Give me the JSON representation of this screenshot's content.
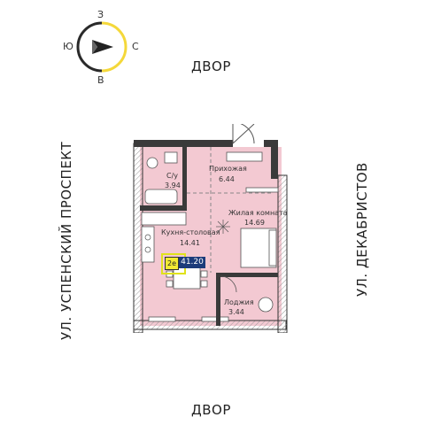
{
  "compass": {
    "north": "З",
    "south": "В",
    "west": "Ю",
    "east": "С"
  },
  "sides": {
    "top": "ДВОР",
    "bottom": "ДВОР",
    "left": "УЛ. УСПЕНСКИЙ ПРОСПЕКТ",
    "right": "УЛ. ДЕКАБРИСТОВ"
  },
  "rooms": {
    "hallway": {
      "name": "Прихожая",
      "area": "6.44"
    },
    "bathroom": {
      "name": "С/у",
      "area": "3.94"
    },
    "living": {
      "name": "Жилая комната",
      "area": "14.69"
    },
    "kitchen": {
      "name": "Кухня-столовая",
      "area": "14.41"
    },
    "loggia": {
      "name": "Лоджия",
      "area": "3.44"
    }
  },
  "apartment": {
    "type": "2е",
    "total_area": "41.20"
  },
  "colors": {
    "floor": "#f3c9d2",
    "wall": "#3a3a3a",
    "badge_type": "#f2ea33",
    "badge_area": "#1c3b7a"
  }
}
